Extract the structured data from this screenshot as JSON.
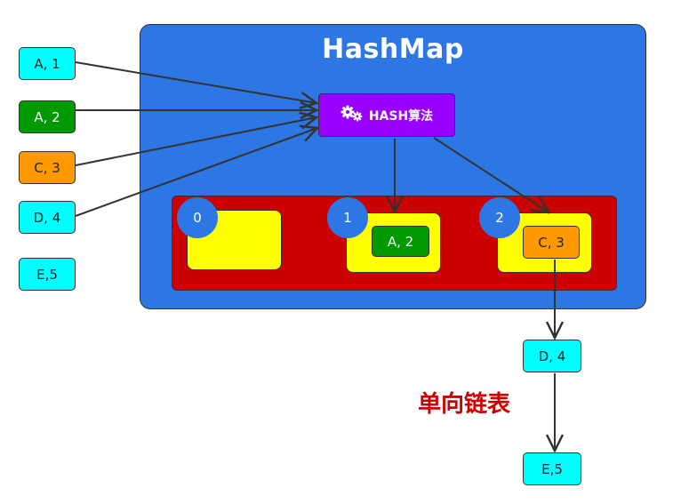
{
  "hashmap": {
    "title": "HashMap"
  },
  "hash_function": {
    "label": "HASH算法",
    "icon": "gears-icon"
  },
  "inputs": [
    {
      "label": "A, 1"
    },
    {
      "label": "A, 2"
    },
    {
      "label": "C, 3"
    },
    {
      "label": "D, 4"
    },
    {
      "label": "E,5"
    }
  ],
  "buckets": [
    {
      "index": "0",
      "entry": ""
    },
    {
      "index": "1",
      "entry": "A, 2"
    },
    {
      "index": "2",
      "entry": "C, 3"
    }
  ],
  "chain": [
    {
      "label": "D, 4"
    },
    {
      "label": "E,5"
    }
  ],
  "caption": "单向链表",
  "colors": {
    "hashmap_bg": "#2d77e4",
    "hash_bg": "#9900ff",
    "bucket_array_bg": "#cc0000",
    "slot_bg": "#ffff00",
    "key_cyan": "#00ffff",
    "key_green": "#009900",
    "key_orange": "#ff9900",
    "caption": "#cc0000"
  }
}
